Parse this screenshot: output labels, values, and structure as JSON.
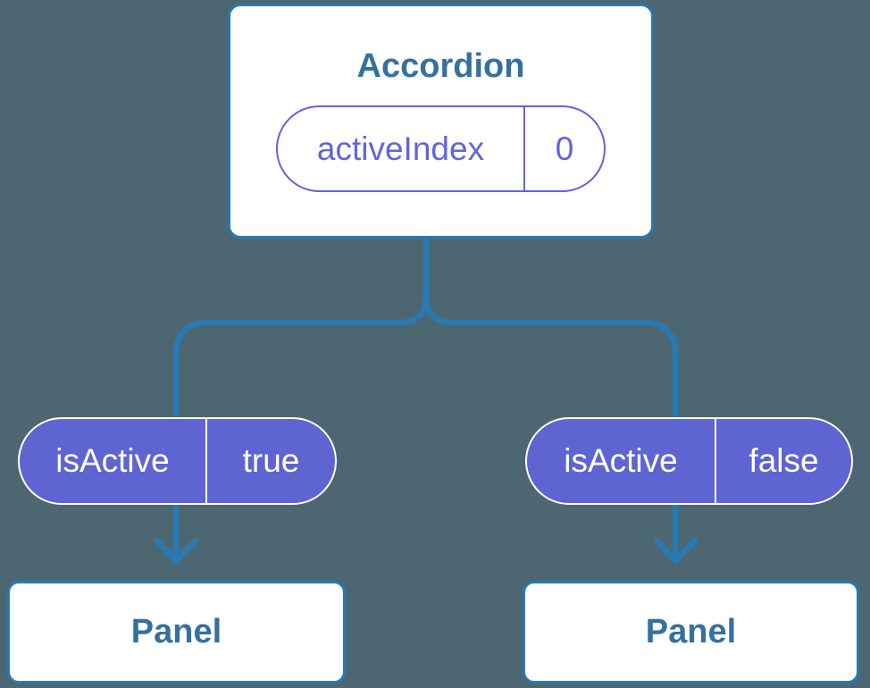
{
  "palette": {
    "background": "#4C6771",
    "connector_blue": "#2979B2",
    "node_border_blue": "#2979B2",
    "node_title_blue": "#35719E",
    "pill_purple_outline": "#6065DC",
    "pill_purple_fill": "#5E64D2",
    "node_background": "#FFFFFF",
    "pill_solid_text": "#FFFFFF"
  },
  "tree": {
    "root": {
      "title": "Accordion",
      "state": {
        "name": "activeIndex",
        "value": "0"
      }
    },
    "children": [
      {
        "prop_name": "isActive",
        "prop_value": "true",
        "title": "Panel"
      },
      {
        "prop_name": "isActive",
        "prop_value": "false",
        "title": "Panel"
      }
    ]
  }
}
